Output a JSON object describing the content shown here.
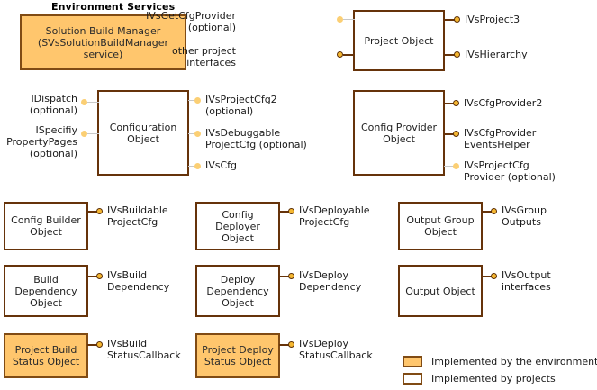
{
  "diagram": {
    "section_title": "Environment Services",
    "colors": {
      "environment_fill": "#ffc66d",
      "project_fill": "#ffffff",
      "border": "#66330a",
      "connector": "#f5b731",
      "connector_optional": "#fbcf74",
      "lead_optional": "#c8c8c8"
    },
    "boxes": [
      {
        "id": "solution-build-manager",
        "label": "Solution Build Manager\n(SVsSolutionBuildManager\nservice)",
        "kind": "environment"
      },
      {
        "id": "project-object",
        "label": "Project\nObject",
        "kind": "project"
      },
      {
        "id": "configuration-object",
        "label": "Configuration\nObject",
        "kind": "project"
      },
      {
        "id": "config-provider-object",
        "label": "Config\nProvider\nObject",
        "kind": "project"
      },
      {
        "id": "config-builder-object",
        "label": "Config Builder\nObject",
        "kind": "project"
      },
      {
        "id": "config-deployer-object",
        "label": "Config Deployer\nObject",
        "kind": "project"
      },
      {
        "id": "output-group-object",
        "label": "Output Group\nObject",
        "kind": "project"
      },
      {
        "id": "build-dependency-object",
        "label": "Build\nDependency\nObject",
        "kind": "project"
      },
      {
        "id": "deploy-dependency-object",
        "label": "Deploy\nDependency\nObject",
        "kind": "project"
      },
      {
        "id": "output-object",
        "label": "Output Object",
        "kind": "project"
      },
      {
        "id": "project-build-status-object",
        "label": "Project Build\nStatus Object",
        "kind": "environment"
      },
      {
        "id": "project-deploy-status-object",
        "label": "Project Deploy\nStatus Object",
        "kind": "environment"
      }
    ],
    "interfaces": {
      "project_left_1": "IVsGetCfgProvider\n(optional)",
      "project_left_2": "other project\ninterfaces",
      "project_right_1": "IVsProject3",
      "project_right_2": "IVsHierarchy",
      "configuration_left_1": "IDispatch\n(optional)",
      "configuration_left_2": "ISpecifiy\nPropertyPages\n(optional)",
      "configuration_right_1": "IVsProjectCfg2\n(optional)",
      "configuration_right_2": "IVsDebuggable\nProjectCfg (optional)",
      "configuration_right_3": "IVsCfg",
      "cfgprovider_right_1": "IVsCfgProvider2",
      "cfgprovider_right_2": "IVsCfgProvider\nEventsHelper",
      "cfgprovider_right_3": "IVsProjectCfg\nProvider (optional)",
      "config_builder_right": "IVsBuildable\nProjectCfg",
      "config_deployer_right": "IVsDeployable\nProjectCfg",
      "output_group_right": "IVsGroup\nOutputs",
      "build_dependency_right": "IVsBuild\nDependency",
      "deploy_dependency_right": "IVsDeploy\nDependency",
      "output_right": "IVsOutput\ninterfaces",
      "build_status_right": "IVsBuild\nStatusCallback",
      "deploy_status_right": "IVsDeploy\nStatusCallback"
    },
    "legend": [
      {
        "id": "legend-environment",
        "kind": "environment",
        "label": "Implemented by the environment"
      },
      {
        "id": "legend-projects",
        "kind": "project",
        "label": "Implemented by projects"
      }
    ]
  }
}
